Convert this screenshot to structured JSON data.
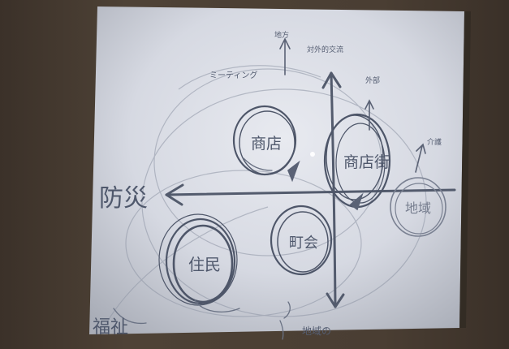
{
  "scene": {
    "subject": "hand-drawn whiteboard sketch projected onto a screen in a dark room",
    "colors": {
      "background": "#4b4036",
      "screen": "#d9dce4",
      "ink": "#5d6577"
    }
  },
  "labels": {
    "top_axis_label": "対外的交流",
    "left_axis_label": "防災",
    "node_upper_left": "商店",
    "node_upper_right": "商店街",
    "node_right": "地域",
    "node_center": "町会",
    "node_lower_left": "住民",
    "top_left_note": "ミーティング",
    "top_left_small": "地方",
    "top_right_small": "外部",
    "right_small": "介護",
    "bottom_label": "地域の",
    "bottom_left_label": "福祉"
  }
}
